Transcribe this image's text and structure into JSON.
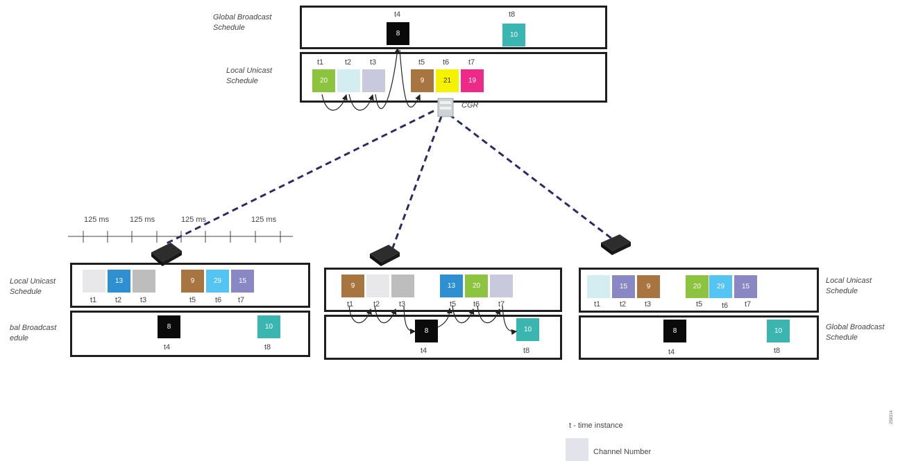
{
  "colors": {
    "c8": "#0a0a0a",
    "c10": "#3bb5b0",
    "c20": "#8cc43f",
    "c_light": "#d4edf0",
    "c_lav": "#c9c9dd",
    "c_brown": "#a8743f",
    "c_yellow": "#f5f100",
    "c_pink": "#ee2a88",
    "c13": "#2e8fd1",
    "c29": "#54c4f2",
    "c15": "#8a88c4",
    "c_gray": "#bdbdbd",
    "c_pale": "#e8e8ea",
    "link": "#2a2a66"
  },
  "top": {
    "broadcast_label_1": "Global Broadcast",
    "broadcast_label_2": "Schedule",
    "unicast_label_1": "Local Unicast",
    "unicast_label_2": "Schedule",
    "cgr": "CGR",
    "t4": "t4",
    "t8": "t8",
    "ch_t4": "8",
    "ch_t8": "10",
    "times": [
      "t1",
      "t2",
      "t3",
      "t5",
      "t6",
      "t7"
    ],
    "channels": [
      "20",
      "",
      "",
      "9",
      "21",
      "19"
    ]
  },
  "left": {
    "unicast_label_1": "Local Unicast",
    "unicast_label_2": "Schedule",
    "broadcast_label_1": "bal Broadcast",
    "broadcast_label_2": "edule",
    "times": [
      "t1",
      "t2",
      "t3",
      "t5",
      "t6",
      "t7"
    ],
    "channels": [
      "",
      "13",
      "",
      "9",
      "29",
      "15"
    ],
    "t4": "t4",
    "t8": "t8",
    "ch_t4": "8",
    "ch_t8": "10",
    "timeline": [
      "125 ms",
      "125 ms",
      "125 ms",
      "125 ms"
    ]
  },
  "middle": {
    "times": [
      "t1",
      "t2",
      "t3",
      "t5",
      "t6",
      "t7"
    ],
    "channels": [
      "9",
      "",
      "",
      "13",
      "20",
      ""
    ],
    "t4": "t4",
    "t8": "t8",
    "ch_t4": "8",
    "ch_t8": "10"
  },
  "right": {
    "unicast_label_1": "Local Unicast",
    "unicast_label_2": "Schedule",
    "broadcast_label_1": "Global Broadcast",
    "broadcast_label_2": "Schedule",
    "times": [
      "t1",
      "t2",
      "t3",
      "t5",
      "t6",
      "t7"
    ],
    "channels": [
      "",
      "15",
      "9",
      "20",
      "29",
      "15"
    ],
    "t4": "t4",
    "t8": "t8",
    "ch_t4": "8",
    "ch_t8": "10"
  },
  "legend": {
    "time_instance": "t - time instance",
    "channel_number": "Channel Number"
  },
  "image_id": "258314"
}
